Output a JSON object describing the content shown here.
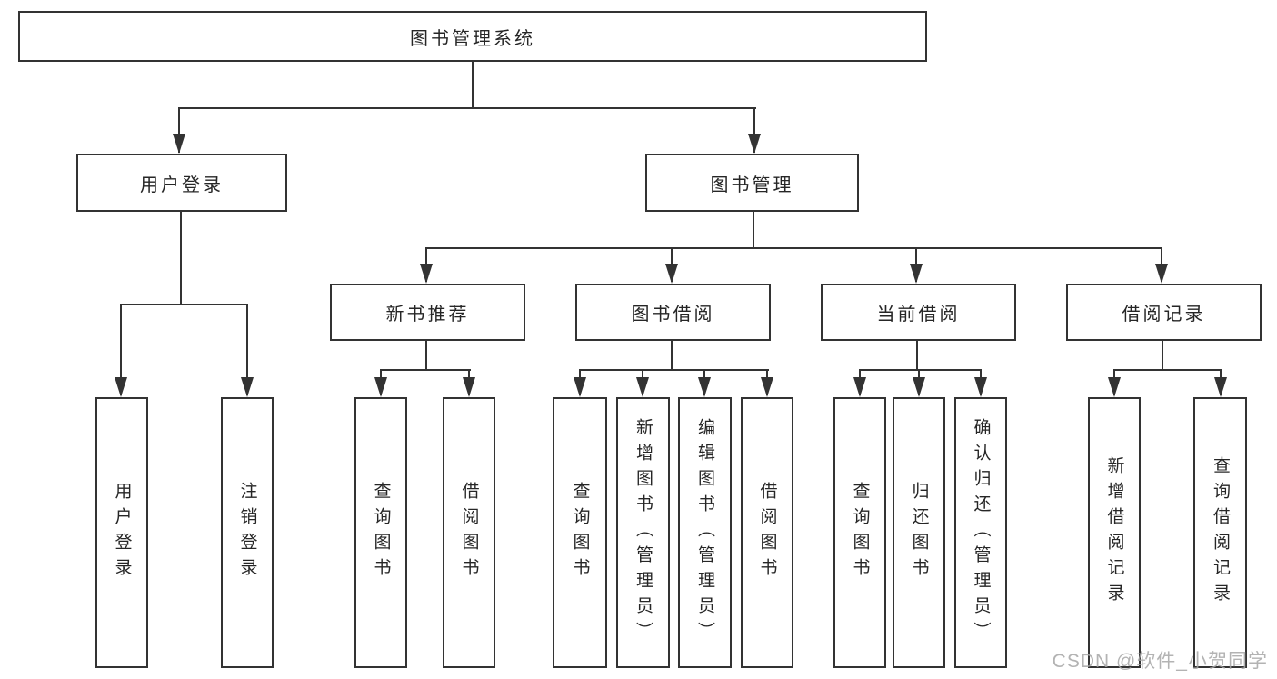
{
  "diagram": {
    "title": "图书管理系统",
    "root": {
      "label": "图书管理系统"
    },
    "level1": [
      {
        "label": "用户登录"
      },
      {
        "label": "图书管理"
      }
    ],
    "level2": [
      {
        "label": "新书推荐"
      },
      {
        "label": "图书借阅"
      },
      {
        "label": "当前借阅"
      },
      {
        "label": "借阅记录"
      }
    ],
    "leaves": {
      "login": [
        "用户登录",
        "注销登录"
      ],
      "recommend": [
        "查询图书",
        "借阅图书"
      ],
      "borrow": [
        "查询图书",
        "新增图书（管理员）",
        "编辑图书（管理员）",
        "借阅图书"
      ],
      "current": [
        "查询图书",
        "归还图书",
        "确认归还（管理员）"
      ],
      "records": [
        "新增借阅记录",
        "查询借阅记录"
      ]
    },
    "colors": {
      "line": "#333333",
      "text": "#262626",
      "background": "#ffffff",
      "watermark": "#a6a6a6"
    },
    "watermark": "CSDN @软件_小贺同学"
  }
}
